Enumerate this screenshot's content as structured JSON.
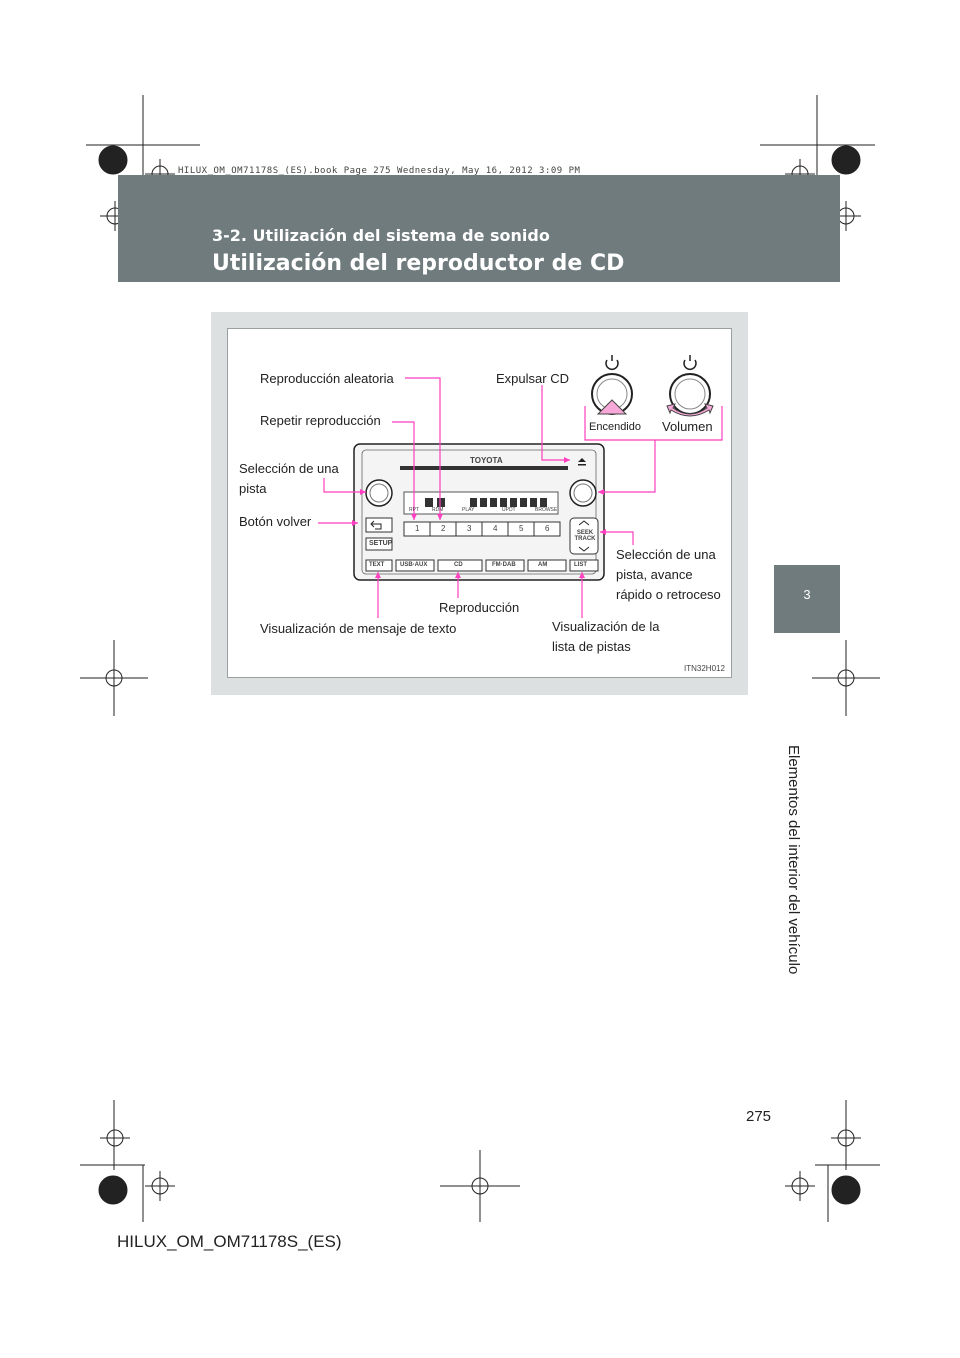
{
  "book_line": "HILUX_OM_OM71178S_(ES).book  Page 275  Wednesday, May 16, 2012  3:09 PM",
  "header": {
    "section": "3-2. Utilización del sistema de sonido",
    "title": "Utilización del reproductor de CD"
  },
  "side_tab": {
    "chapter_number": "3",
    "chapter_title": "Elementos del interior del vehículo"
  },
  "figure": {
    "code": "ITN32H012",
    "callouts": {
      "random": "Reproducción aleatoria",
      "repeat": "Repetir reproducción",
      "track_select": "Selección de una pista",
      "back_button": "Botón volver",
      "eject": "Expulsar CD",
      "power": "Encendido",
      "volume": "Volumen",
      "seek": "Selección de una pista, avance rápido o retroceso",
      "play": "Reproducción",
      "text_display": "Visualización de mensaje de texto",
      "list_display": "Visualización de la lista de pistas"
    },
    "radio": {
      "brand": "TOYOTA",
      "buttons": [
        "1",
        "2",
        "3",
        "4",
        "5",
        "6"
      ],
      "setup": "SETUP",
      "seek_track": "SEEK TRACK",
      "bottom_buttons": [
        "TEXT",
        "USB·AUX",
        "CD",
        "FM·DAB",
        "AM",
        "LIST"
      ],
      "display_tags": [
        "RPT",
        "RDM",
        "PLAY",
        "UPDT",
        "BROWSE"
      ]
    },
    "accent_color": "#ff3fbf",
    "arrow_fill": "#f7a8d8"
  },
  "page_number": "275",
  "footer_code": "HILUX_OM_OM71178S_(ES)"
}
